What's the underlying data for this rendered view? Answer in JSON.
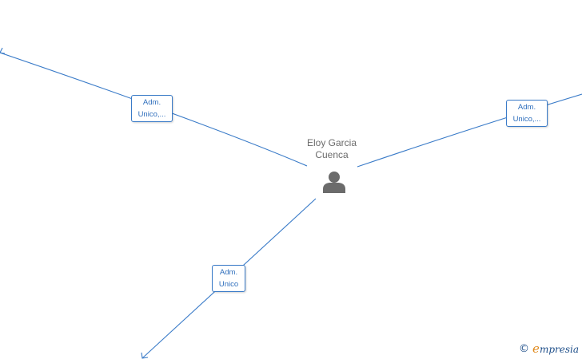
{
  "center_node": {
    "name_line1": "Eloy Garcia",
    "name_line2": "Cuenca",
    "icon": "person-icon"
  },
  "edges": [
    {
      "label_line1": "Adm.",
      "label_line2": "Unico,..."
    },
    {
      "label_line1": "Adm.",
      "label_line2": "Unico,..."
    },
    {
      "label_line1": "Adm.",
      "label_line2": "Unico"
    }
  ],
  "footer": {
    "copyright_symbol": "©",
    "brand_initial": "e",
    "brand_rest": "mpresia"
  },
  "colors": {
    "edge": "#3a7bc8",
    "node_text": "#6b6b6b",
    "icon": "#6b6b6b",
    "brand_accent": "#e08a1e"
  }
}
